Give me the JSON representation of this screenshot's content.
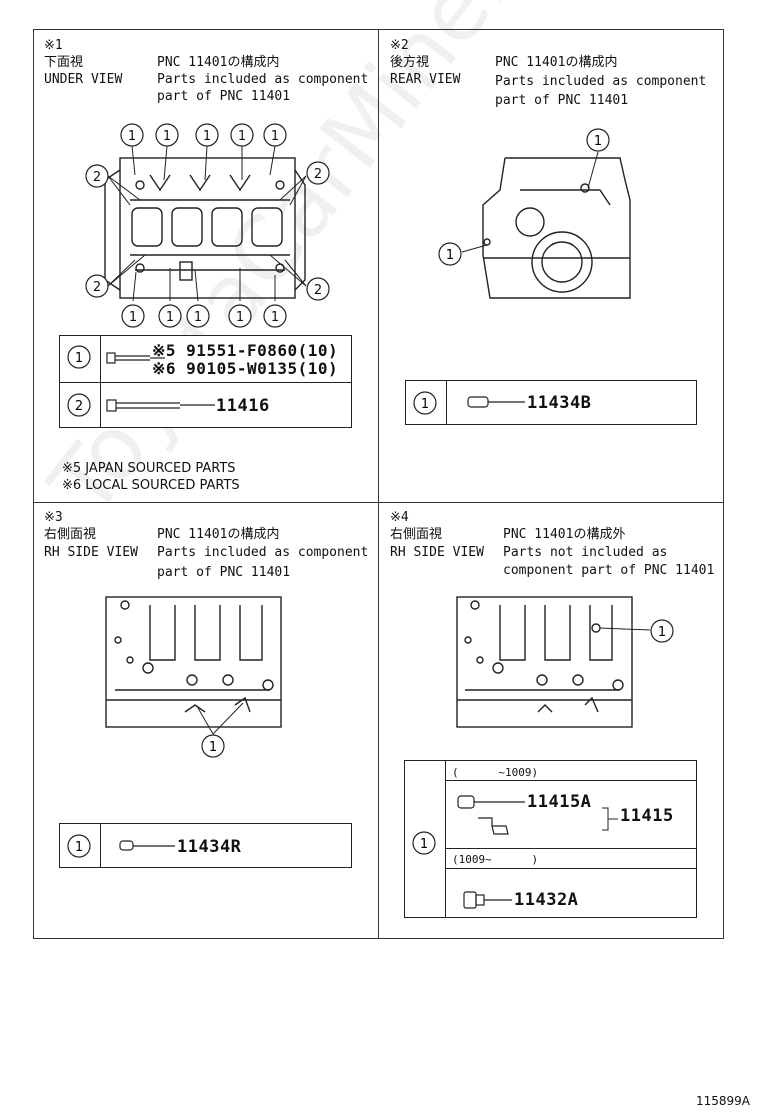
{
  "s1": {
    "mark": "※1",
    "title_jp": "下面視",
    "title_en": "UNDER VIEW",
    "pnc_jp": "PNC 11401の構成内",
    "desc1": "Parts included as component",
    "desc2": "part of PNC 11401",
    "row1_part_a": "※5 91551-F0860(10)",
    "row1_part_b": "※6 90105-W0135(10)",
    "row2_part": "11416",
    "note1": "※5 JAPAN SOURCED PARTS",
    "note2": "※6 LOCAL SOURCED PARTS"
  },
  "s2": {
    "mark": "※2",
    "title_jp": "後方視",
    "title_en": "REAR VIEW",
    "pnc_jp": "PNC 11401の構成内",
    "desc1": "Parts included as component",
    "desc2": "part of PNC 11401",
    "part": "11434B"
  },
  "s3": {
    "mark": "※3",
    "title_jp": "右側面視",
    "title_en": "RH SIDE VIEW",
    "pnc_jp": "PNC 11401の構成内",
    "desc1": "Parts included as component",
    "desc2": "part of PNC 11401",
    "part": "11434R"
  },
  "s4": {
    "mark": "※4",
    "title_jp": "右側面視",
    "title_en": "RH SIDE VIEW",
    "pnc_jp": "PNC 11401の構成外",
    "desc1": "Parts not included as",
    "desc2": "component part of PNC 11401",
    "range1": "(      ~1009)",
    "part_a": "11415A",
    "part_group": "11415",
    "range2": "(1009~      )",
    "part_b": "11432A"
  },
  "callout_1": "1",
  "callout_2": "2",
  "diagram_code": "115899A",
  "watermark": "ToyotaCarMine.ru"
}
